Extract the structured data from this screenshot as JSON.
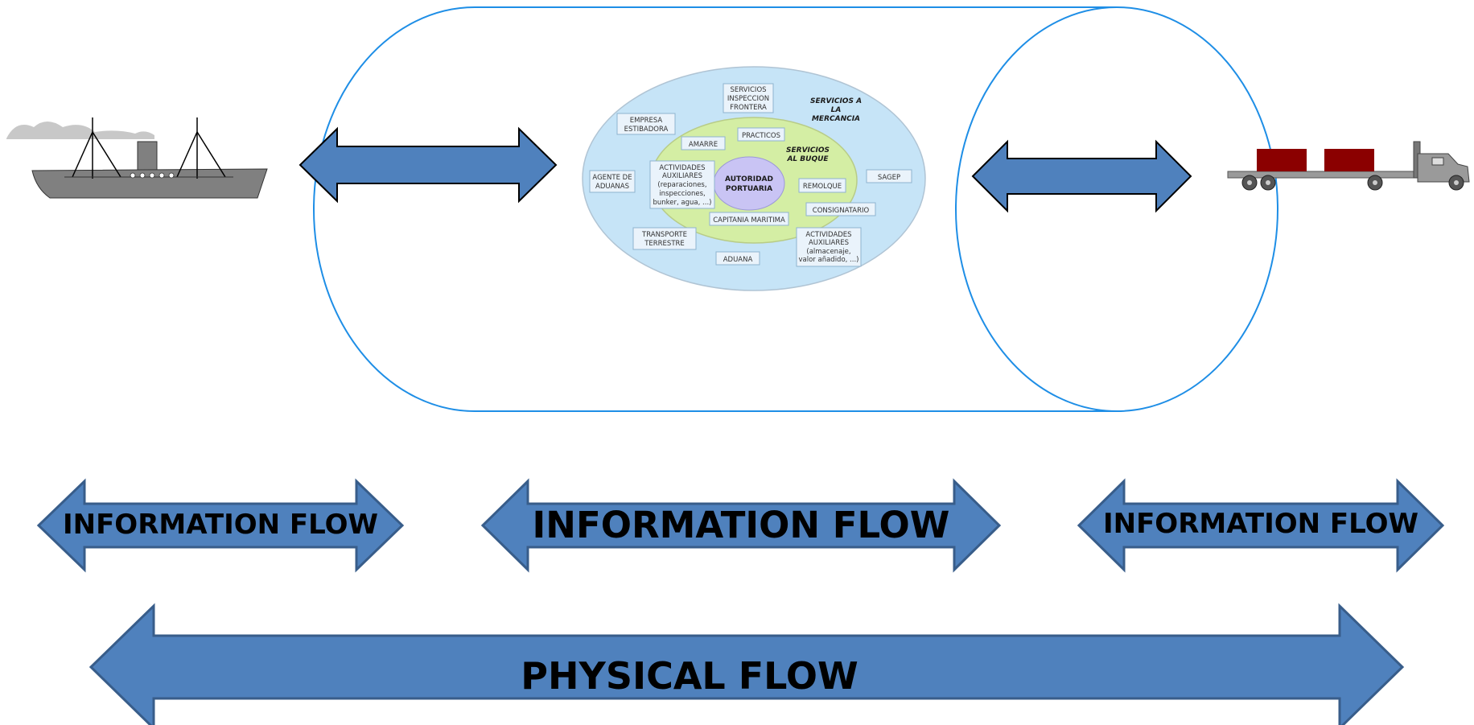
{
  "colors": {
    "arrow_fill": "#4f81bd",
    "arrow_stroke": "#385d8a",
    "cylinder_stroke": "#1e8ee6",
    "outer_ellipse": "#c6e4f7",
    "inner_ellipse": "#d4eea4",
    "core_ellipse": "#c9c4f4",
    "ship": "#808080",
    "container": "#8b0000"
  },
  "icons": {
    "ship": "ship-icon",
    "truck": "truck-icon"
  },
  "port_diagram": {
    "outer_title": [
      "SERVICIOS A",
      "LA",
      "MERCANCIA"
    ],
    "inner_title": [
      "SERVICIOS",
      "AL BUQUE"
    ],
    "core": [
      "AUTORIDAD",
      "PORTUARIA"
    ],
    "inspeccion": [
      "SERVICIOS",
      "INSPECCION",
      "FRONTERA"
    ],
    "estibadora": [
      "EMPRESA",
      "ESTIBADORA"
    ],
    "amarre": "AMARRE",
    "practicos": "PRACTICOS",
    "agente": [
      "AGENTE DE",
      "ADUANAS"
    ],
    "act_aux_1": [
      "ACTIVIDADES",
      "AUXILIARES",
      "(reparaciones,",
      "inspecciones,",
      "bunker, agua, ...)"
    ],
    "remolque": "REMOLQUE",
    "sagep": "SAGEP",
    "consignatario": "CONSIGNATARIO",
    "capitania": "CAPITANIA MARITIMA",
    "transporte": [
      "TRANSPORTE",
      "TERRESTRE"
    ],
    "aduana": "ADUANA",
    "act_aux_2": [
      "ACTIVIDADES",
      "AUXILIARES",
      "(almacenaje,",
      "valor añadido, ...)"
    ]
  },
  "flows": {
    "info_left": "INFORMATION FLOW",
    "info_center": "INFORMATION FLOW",
    "info_right": "INFORMATION FLOW",
    "physical": "PHYSICAL FLOW"
  }
}
